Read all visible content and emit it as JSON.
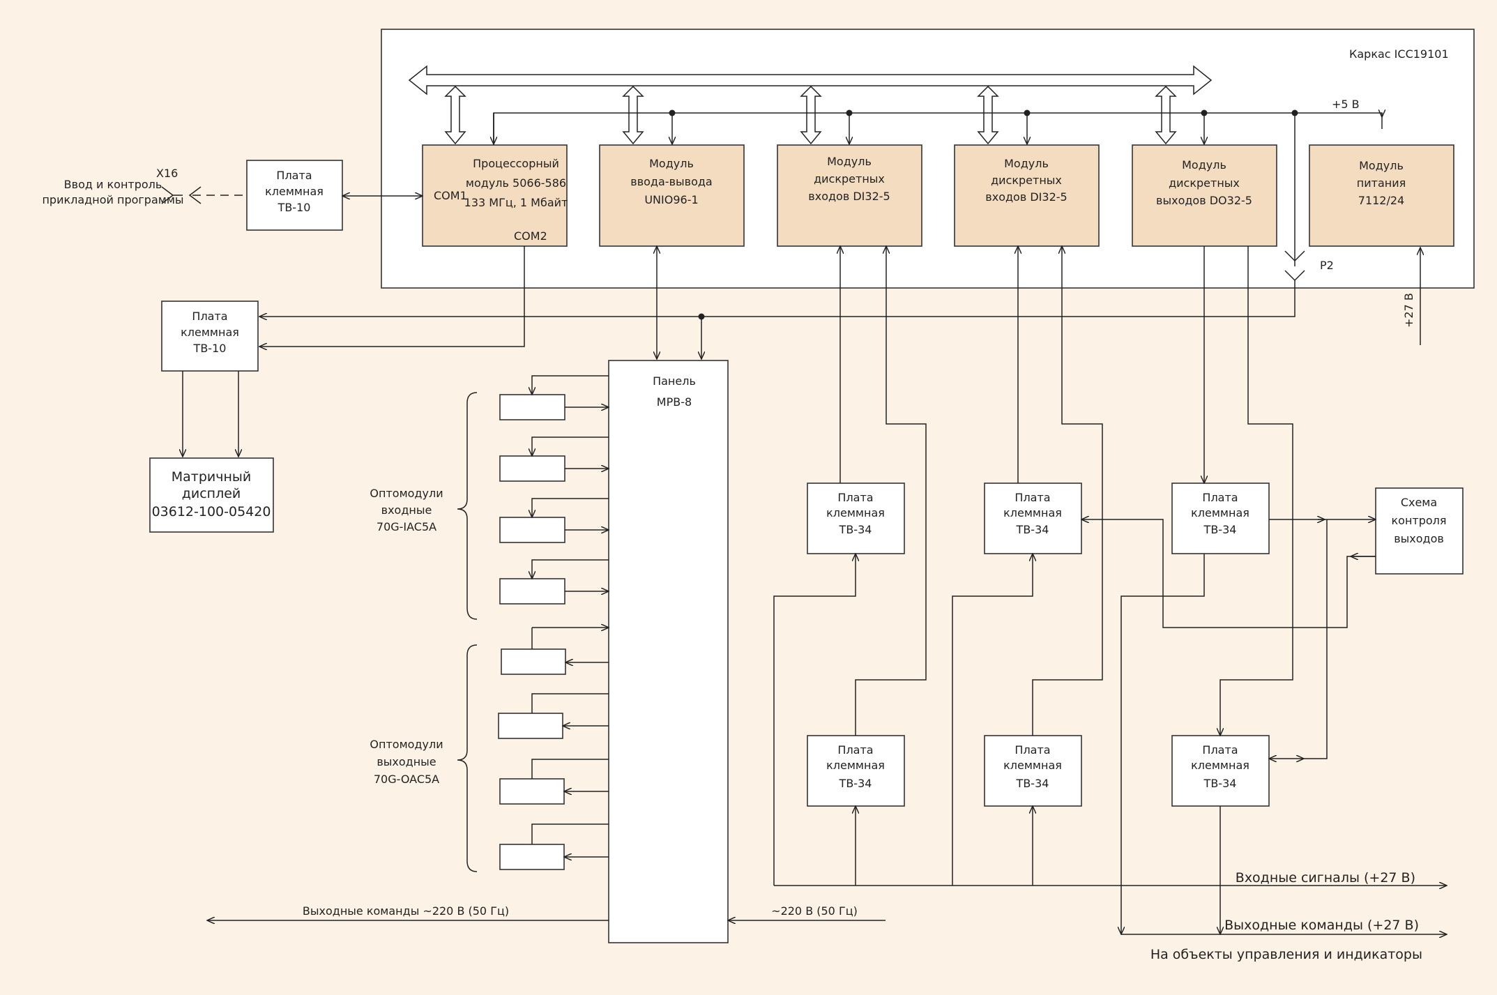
{
  "frame": {
    "title": "Каркас ICC19101"
  },
  "blocks": {
    "tb10_top": [
      "Плата",
      "клеммная",
      "TB-10"
    ],
    "cpu": [
      "Процессорный",
      "модуль 5066-586",
      "133 МГц, 1 Мбайт"
    ],
    "cpu_com1": "COM1",
    "cpu_com2": "COM2",
    "io": [
      "Модуль",
      "ввода-вывода",
      "UNIO96-1"
    ],
    "di1": [
      "Модуль",
      "дискретных",
      "входов DI32-5"
    ],
    "di2": [
      "Модуль",
      "дискретных",
      "входов DI32-5"
    ],
    "do": [
      "Модуль",
      "дискретных",
      "выходов DO32-5"
    ],
    "psu": [
      "Модуль",
      "питания",
      "7112/24"
    ],
    "tb10_left": [
      "Плата",
      "клеммная",
      "TB-10"
    ],
    "display": [
      "Матричный",
      "дисплей",
      "03612-100-05420"
    ],
    "panel": [
      "Панель",
      "MPB-8"
    ],
    "tb34_1": [
      "Плата",
      "клеммная",
      "TB-34"
    ],
    "tb34_2": [
      "Плата",
      "клеммная",
      "TB-34"
    ],
    "tb34_3": [
      "Плата",
      "клеммная",
      "TB-34"
    ],
    "tb34_4": [
      "Плата",
      "клеммная",
      "TB-34"
    ],
    "tb34_5": [
      "Плата",
      "клеммная",
      "TB-34"
    ],
    "tb34_6": [
      "Плата",
      "клеммная",
      "TB-34"
    ],
    "ctrl": [
      "Схема",
      "контроля",
      "выходов"
    ]
  },
  "labels": {
    "program": [
      "Ввод и контроль",
      "прикладной программы"
    ],
    "x16": "X16",
    "plus5": "+5 В",
    "p2": "P2",
    "plus27": "+27 В",
    "opto_in": [
      "Оптомодули",
      "входные",
      "70G-IAC5A"
    ],
    "opto_out": [
      "Оптомодули",
      "выходные",
      "70G-OAC5A"
    ],
    "out_220": "Выходные команды ~220 В (50 Гц)",
    "in_220": "~220 В (50 Гц)",
    "in_signals": "Входные сигналы (+27 В)",
    "out_commands": "Выходные команды (+27 В)",
    "objects": "На объекты управления и индикаторы"
  }
}
